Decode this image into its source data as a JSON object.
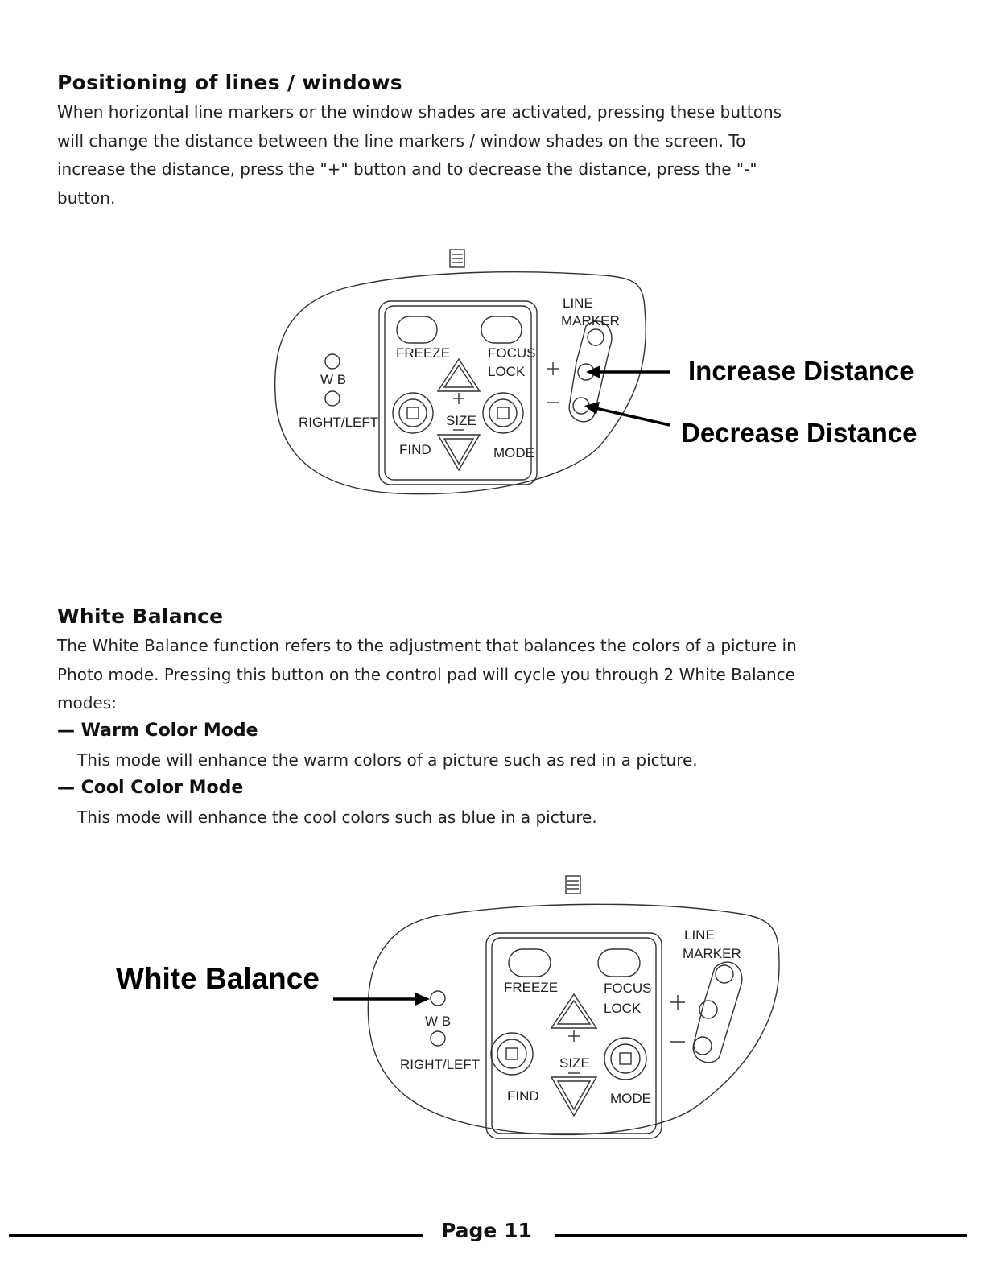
{
  "section1": {
    "heading": "Positioning of lines / windows",
    "lines": [
      "When horizontal line markers or the window shades are activated, pressing these buttons",
      "will change the distance between the line markers / window shades on the screen. To",
      "increase the distance, press the \"+\" button and to decrease the distance, press the \"-\"",
      "button."
    ]
  },
  "controller_labels": {
    "line": "LINE",
    "marker": "MARKER",
    "freeze": "FREEZE",
    "focus": "FOCUS",
    "lock": "LOCK",
    "wb": "W B",
    "right_left": "RIGHT/LEFT",
    "size": "SIZE",
    "find": "FIND",
    "mode": "MODE",
    "plus": "+",
    "minus": "−"
  },
  "diagram1": {
    "increase": "Increase Distance",
    "decrease": "Decrease Distance"
  },
  "section2": {
    "heading": "White Balance",
    "lines": [
      "The White Balance function refers to the adjustment that balances the colors of a picture in",
      "Photo mode. Pressing this button on the control pad will cycle you through 2 White Balance",
      "modes:"
    ],
    "warm_title": "— Warm Color Mode",
    "warm_text": "This mode will enhance the warm colors of a picture such as red in a picture.",
    "cool_title": "— Cool Color Mode",
    "cool_text": "This mode will enhance the cool colors such as blue in a picture."
  },
  "diagram2": {
    "callout": "White Balance"
  },
  "footer": {
    "page": "Page 11"
  }
}
